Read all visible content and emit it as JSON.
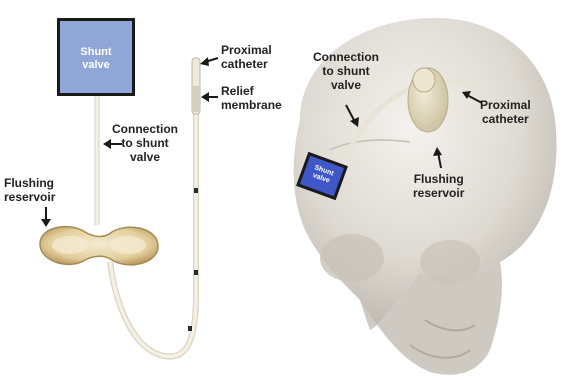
{
  "figure": {
    "left_panel": {
      "shunt_valve_box": "Shunt\nvalve",
      "proximal_catheter": "Proximal\ncatheter",
      "relief_membrane": "Relief\nmembrane",
      "connection": "Connection\nto shunt\nvalve",
      "flushing_reservoir": "Flushing\nreservoir"
    },
    "right_panel": {
      "connection": "Connection\nto shunt\nvalve",
      "proximal_catheter": "Proximal\ncatheter",
      "flushing_reservoir": "Flushing\nreservoir",
      "shunt_valve_box": "Shunt\nvalve"
    }
  },
  "colors": {
    "valve_box_left": "#8fa6d6",
    "valve_box_skull": "#3f57c8",
    "tubing": "#f2ede0",
    "reservoir": "#e6d4a6",
    "skull": "#dedad2",
    "label_text": "#222222"
  }
}
